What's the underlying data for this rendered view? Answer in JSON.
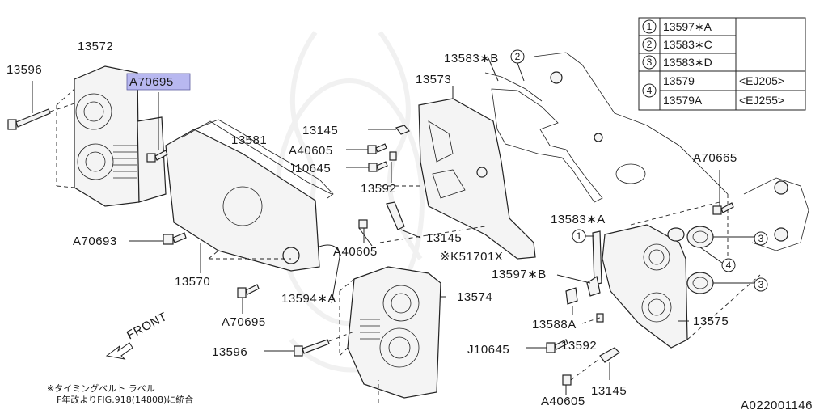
{
  "diagram": {
    "doc_id": "A022001146",
    "note_line1": "※タイミングベルト ラベル",
    "note_line2": "F年改よりFIG.918(14808)に統合",
    "front_label": "FRONT",
    "highlight_color": "#b8b8f0",
    "labels": {
      "p13596_top": "13596",
      "p13572": "13572",
      "pA70695_top": "A70695",
      "p13581": "13581",
      "pA70693": "A70693",
      "p13570": "13570",
      "pA70695_bot": "A70695",
      "p13594A": "13594∗A",
      "p13596_bot": "13596",
      "p13573": "13573",
      "p13583B": "13583∗B",
      "p13145_a": "13145",
      "pA40605_a": "A40605",
      "pJ10645_a": "J10645",
      "p13592_a": "13592",
      "p13583A": "13583∗A",
      "p13145_b": "13145",
      "pA40605_b": "A40605",
      "pK51701X": "※K51701X",
      "p13574": "13574",
      "p13597B": "13597∗B",
      "pA70665": "A70665",
      "p13588A": "13588A",
      "p13575": "13575",
      "pJ10645_b": "J10645",
      "p13592_b": "13592",
      "pA40605_c": "A40605",
      "p13145_c": "13145"
    },
    "callouts": {
      "c1": "1",
      "c2": "2",
      "c3a": "3",
      "c3b": "3",
      "c4": "4"
    },
    "table": {
      "rows": [
        {
          "num": "1",
          "part": "13597∗A",
          "variant": ""
        },
        {
          "num": "2",
          "part": "13583∗C",
          "variant": ""
        },
        {
          "num": "3",
          "part": "13583∗D",
          "variant": ""
        },
        {
          "num": "4",
          "part": "13579",
          "variant": "<EJ205>"
        },
        {
          "num": "",
          "part": "13579A",
          "variant": "<EJ255>"
        }
      ]
    }
  }
}
